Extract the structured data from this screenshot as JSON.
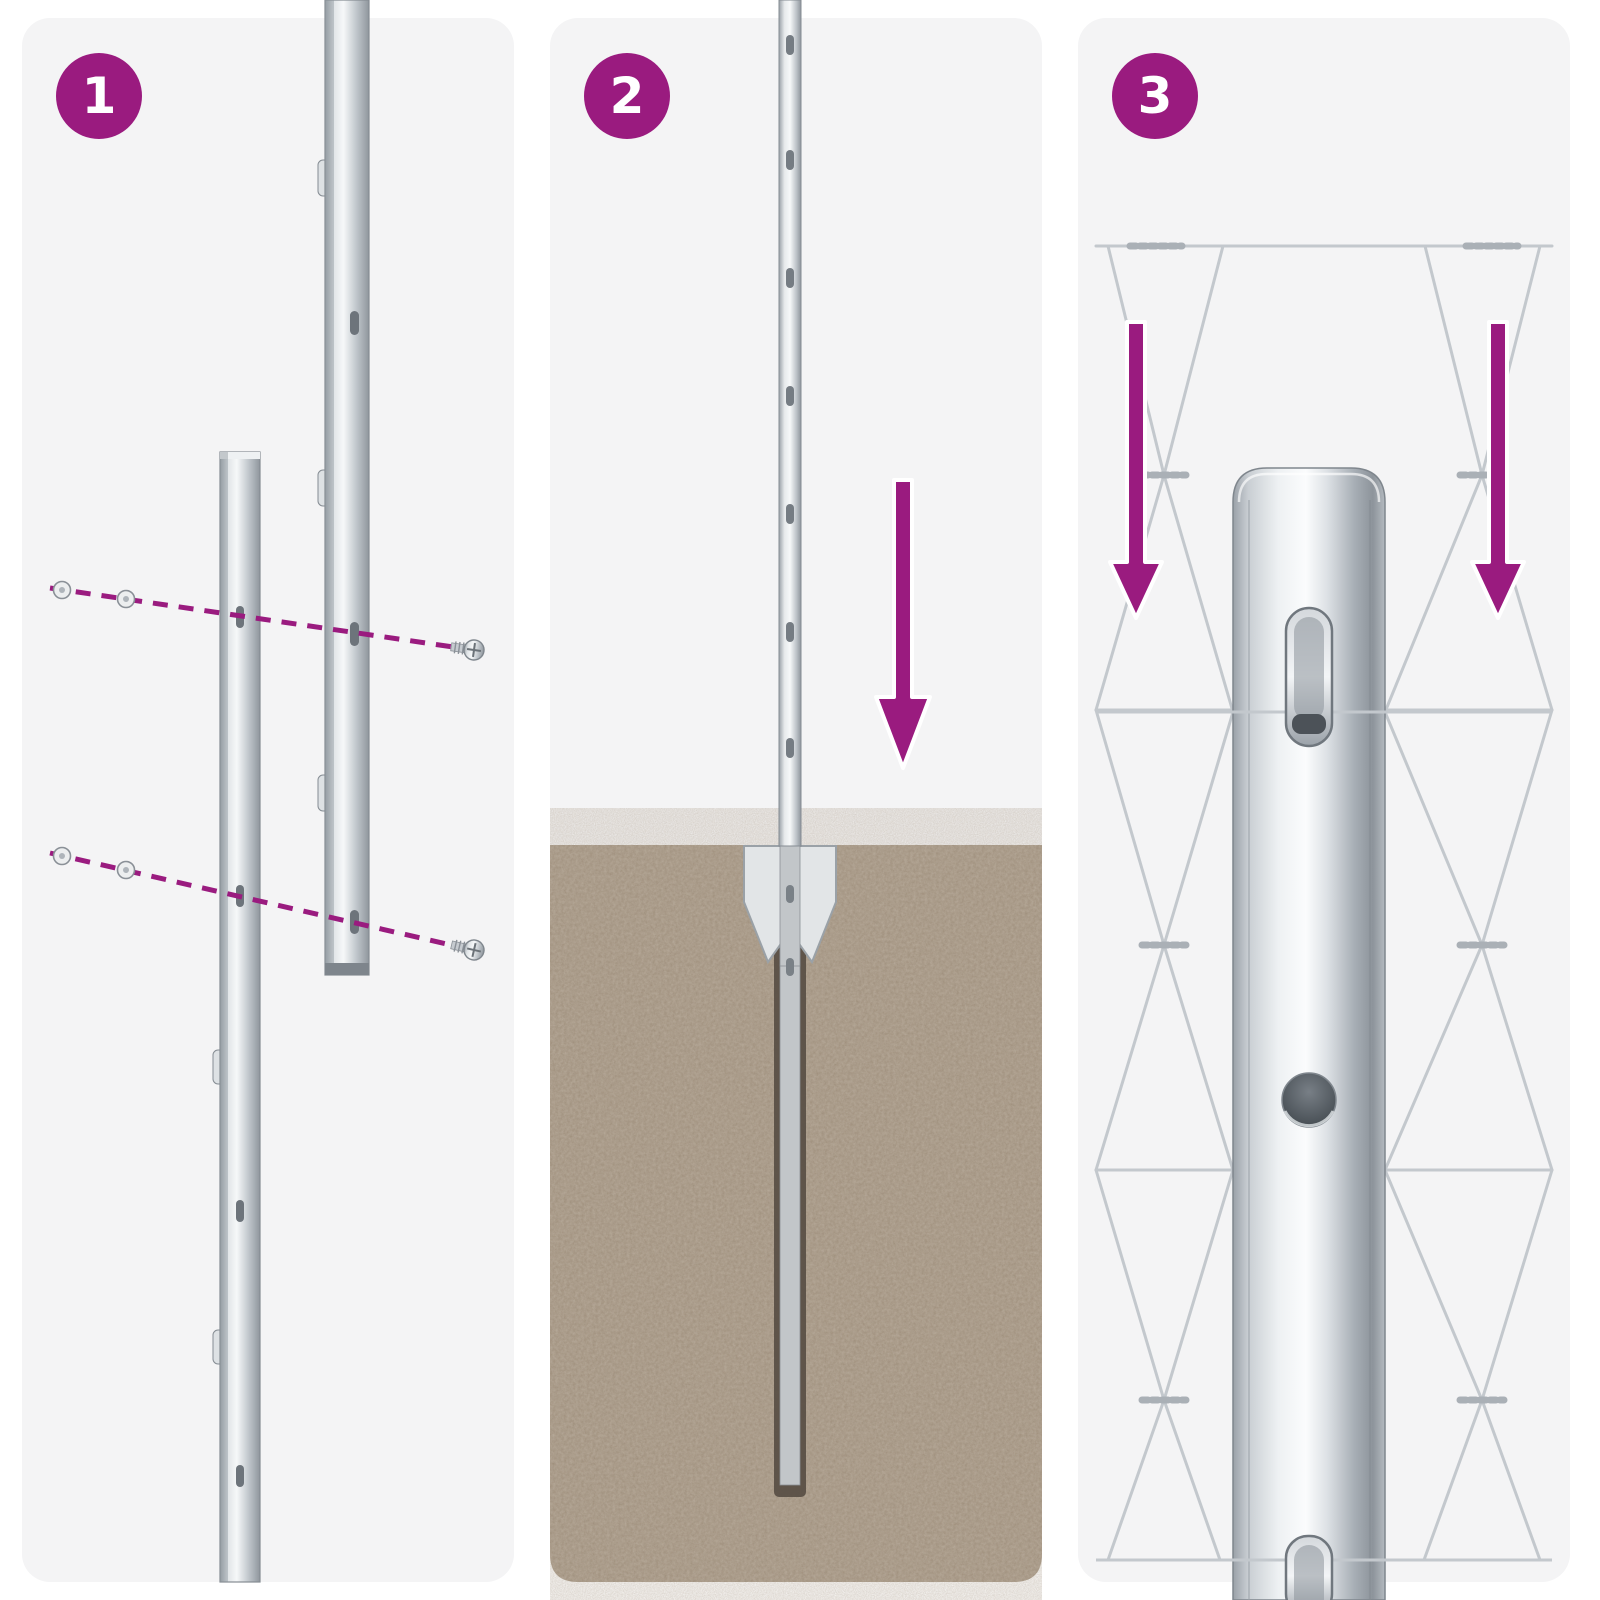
{
  "steps": [
    {
      "number": "1"
    },
    {
      "number": "2"
    },
    {
      "number": "3"
    }
  ],
  "colors": {
    "accent": "#9A1B7F",
    "page_bg": "#FFFFFF",
    "panel_bg": "#F4F4F5",
    "metal_light": "#F6F8F9",
    "metal_mid": "#C3C9CE",
    "metal_dark": "#8F969D",
    "wire": "#C3C8CD",
    "soil": "#9A8974",
    "badge_text": "#FFFFFF"
  },
  "icons": {
    "step_badge": "numbered purple circle",
    "down_arrow": "▼",
    "screw": "phillips screw",
    "washer": "◎",
    "dashed_guide": "╌"
  }
}
